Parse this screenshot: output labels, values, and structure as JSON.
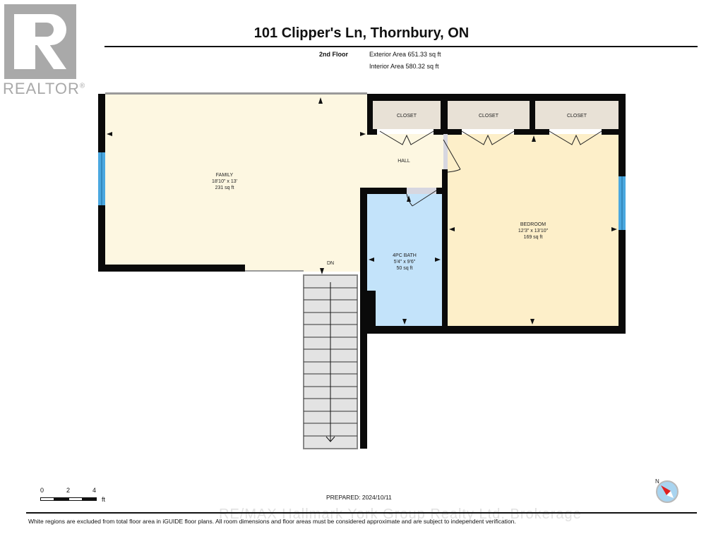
{
  "logo": {
    "text": "REALTOR",
    "reg": "®",
    "icon": "realtor-r-icon",
    "color": "#a9a9a9"
  },
  "header": {
    "title": "101 Clipper's Ln, Thornbury, ON",
    "floor": "2nd Floor",
    "exterior_area": "Exterior Area 651.33 sq ft",
    "interior_area": "Interior Area 580.32 sq ft"
  },
  "rooms": {
    "family": {
      "name": "FAMILY",
      "dims": "18'10\" x 13'",
      "area": "231 sq ft",
      "color": "#fdf7e1"
    },
    "hall": {
      "name": "HALL",
      "color": "#fdf7e1"
    },
    "closet1": {
      "name": "CLOSET",
      "color": "#e8e1d6"
    },
    "closet2": {
      "name": "CLOSET",
      "color": "#e8e1d6"
    },
    "closet3": {
      "name": "CLOSET",
      "color": "#e8e1d6"
    },
    "bath": {
      "name": "4PC BATH",
      "dims": "5'4\" x 9'6\"",
      "area": "50 sq ft",
      "color": "#c3e3fa"
    },
    "bedroom": {
      "name": "BEDROOM",
      "dims": "12'3\" x 13'10\"",
      "area": "169 sq ft",
      "color": "#fdefc9"
    },
    "stairs": {
      "label": "DN",
      "steps": 14,
      "color": "#e3e3e3"
    }
  },
  "scale": {
    "ticks": [
      "0",
      "2",
      "4"
    ],
    "unit": "ft"
  },
  "compass": {
    "label": "N",
    "icon": "compass-icon",
    "needle_color": "#e02020",
    "ring_color": "#a8d4f0"
  },
  "footer": {
    "prepared": "PREPARED: 2024/10/11",
    "watermark": "RE/MAX Hallmark York Group Realty Ltd. Brokerage",
    "disclaimer": "White regions are excluded from total floor area in iGUIDE floor plans. All room dimensions and floor areas must be considered approximate and are subject to independent verification."
  },
  "colors": {
    "wall": "#0a0a0a",
    "window": "#4aa8e0",
    "opening": "#9a9a9a"
  }
}
